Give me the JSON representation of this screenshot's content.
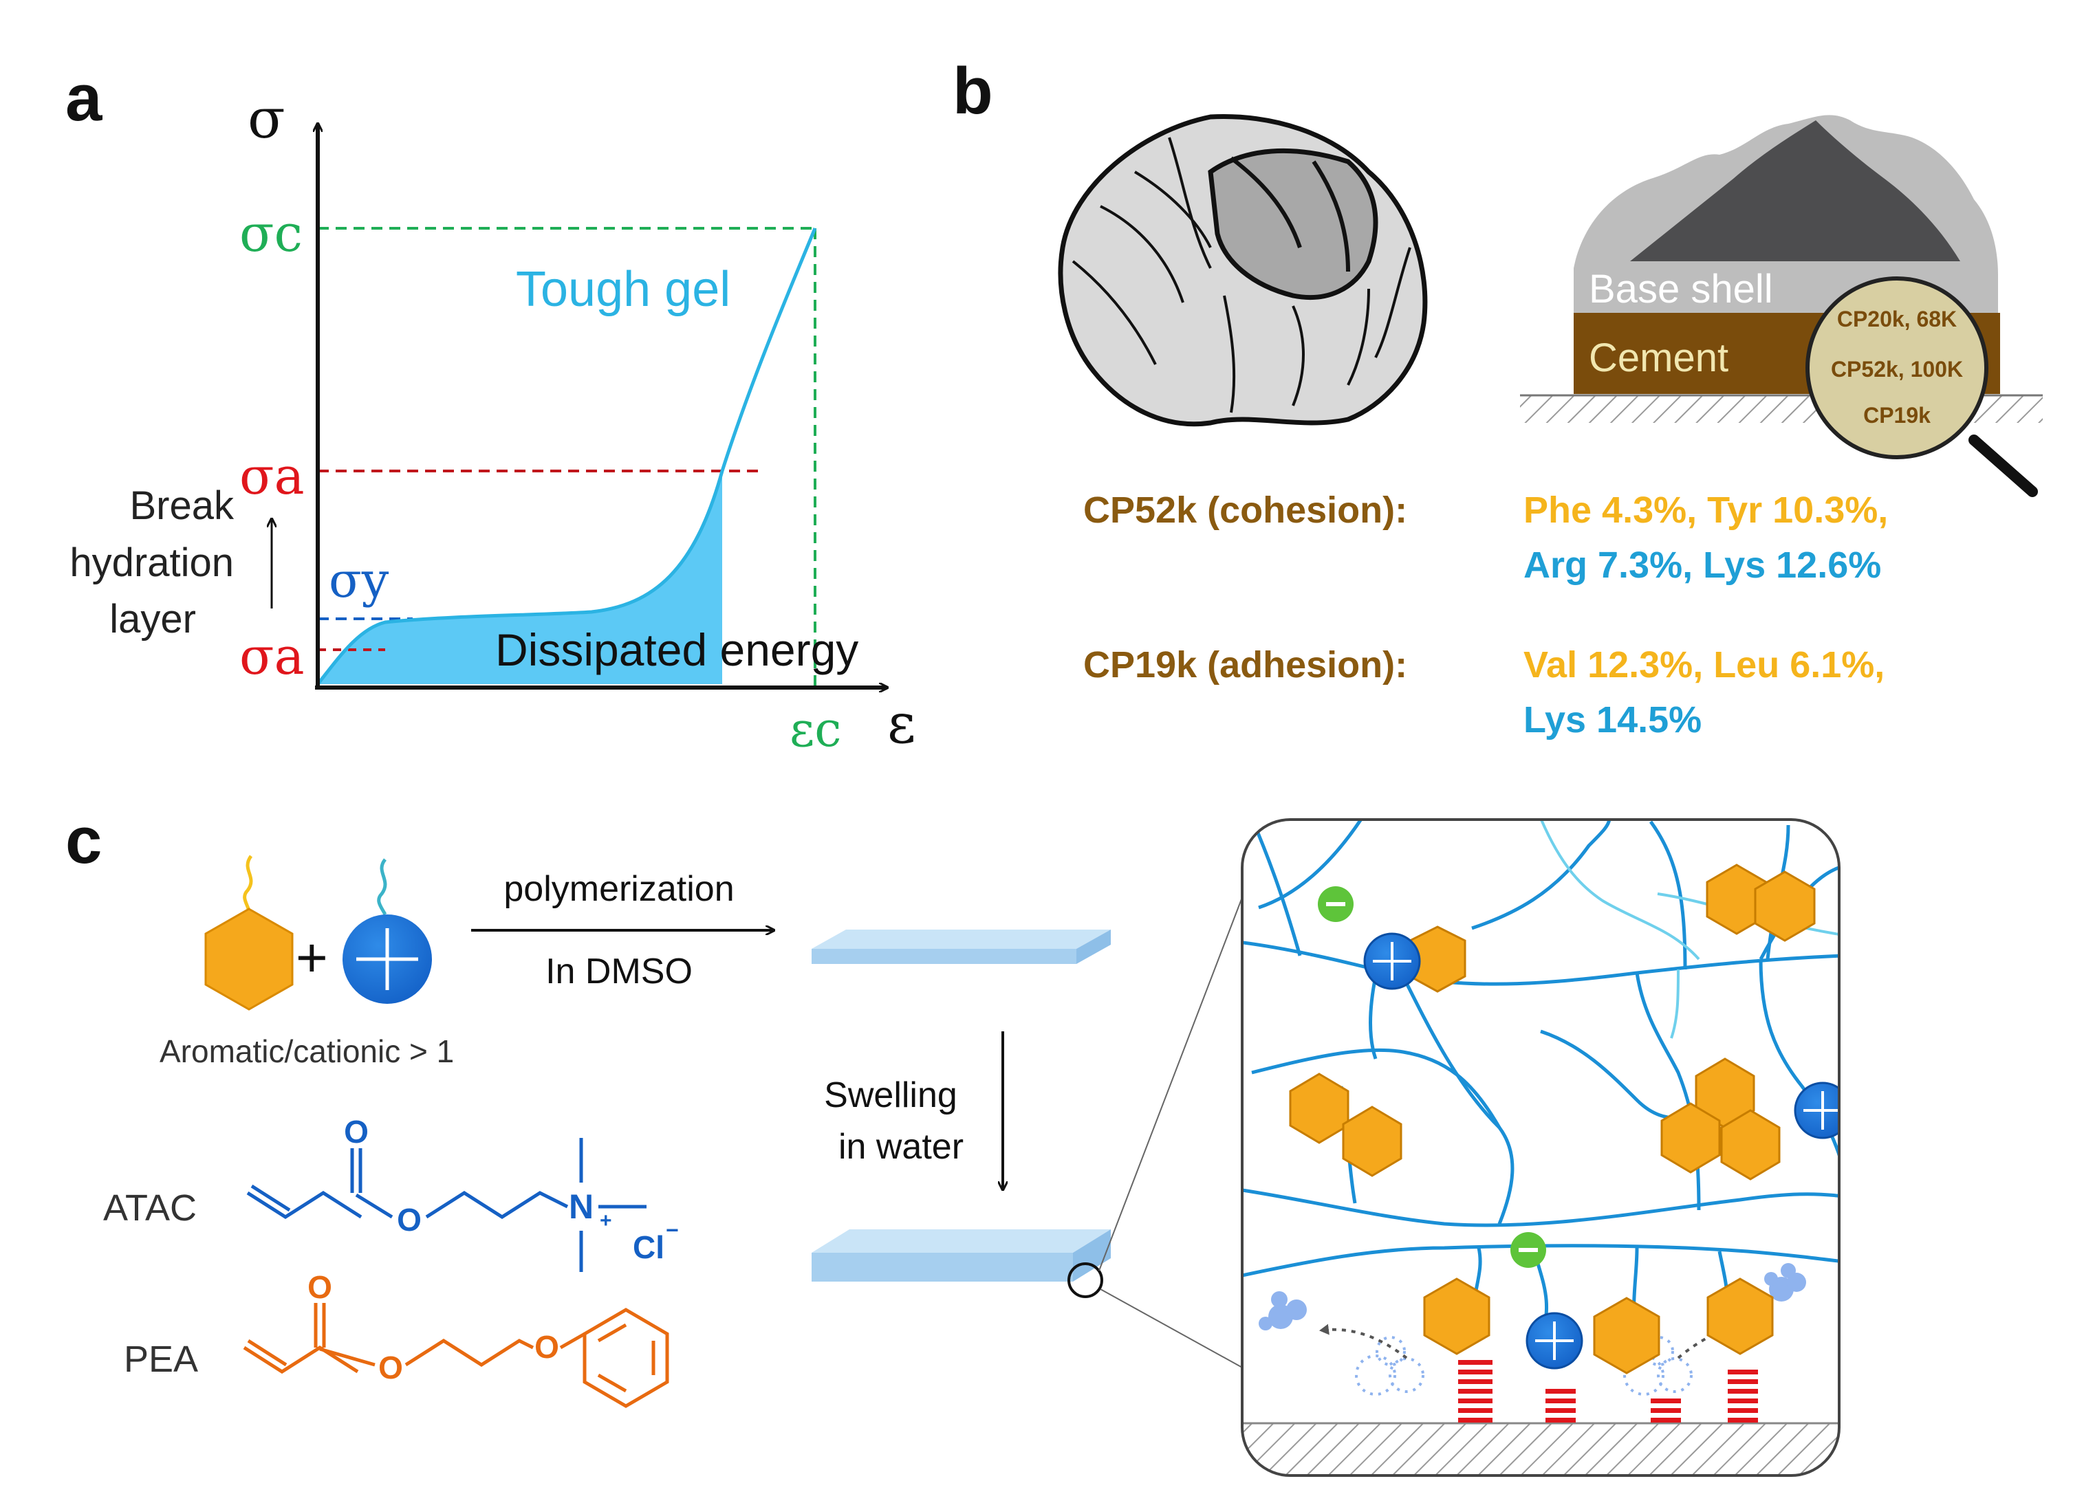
{
  "panels": {
    "a": {
      "label": "a",
      "y_axis": "σ",
      "x_axis": "ε",
      "sigma_c": "σc",
      "sigma_a": "σa",
      "sigma_y": "σy",
      "epsilon_c": "εc",
      "curve_label": "Tough gel",
      "area_label": "Dissipated energy",
      "annotation": [
        "Break",
        "hydration",
        "layer"
      ]
    },
    "b": {
      "label": "b",
      "base_shell": "Base shell",
      "cement": "Cement",
      "magnifier_items": [
        "CP20k, 68K",
        "CP52k, 100K",
        "CP19k"
      ],
      "proteins": [
        {
          "name": "CP52k (cohesion):",
          "line1": "Phe 4.3%, Tyr 10.3%,",
          "line2": "Arg 7.3%, Lys 12.6%"
        },
        {
          "name": "CP19k (adhesion):",
          "line1": "Val 12.3%, Leu 6.1%,",
          "line2": "Lys 14.5%"
        }
      ]
    },
    "c": {
      "label": "c",
      "plus": "+",
      "ratio": "Aromatic/cationic > 1",
      "arrow_top": "polymerization",
      "arrow_bottom": "In DMSO",
      "swelling": [
        "Swelling",
        "in water"
      ],
      "atac": "ATAC",
      "pea": "PEA",
      "atom_o": "O",
      "atom_n": "N",
      "atom_cl": "Cl",
      "charge_plus": "+",
      "charge_minus": "−"
    }
  },
  "colors": {
    "green": "#1fae56",
    "red": "#e0161c",
    "blue": "#1560c4",
    "cyan": "#2bb3e3",
    "brown": "#8a5a10",
    "orange": "#f5a81c",
    "gel": "#a9d4f2"
  }
}
